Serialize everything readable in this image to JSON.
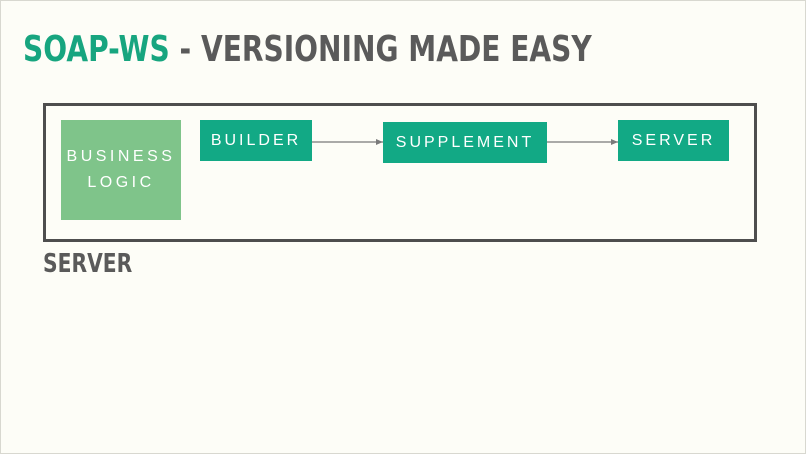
{
  "title": {
    "accent": "SOAP-WS",
    "rest": " - VERSIONING MADE EASY"
  },
  "diagram": {
    "container_label": "SERVER",
    "boxes": {
      "business_logic": [
        "BUSINESS",
        "LOGIC"
      ],
      "builder": "BUILDER",
      "supplement": "SUPPLEMENT",
      "server": "SERVER"
    }
  },
  "colors": {
    "accent_green": "#17a57f",
    "box_green": "#12a985",
    "business_green": "#7fc48a",
    "frame_gray": "#4e4e4e",
    "text_gray": "#5a5a5a",
    "background": "#fdfdf7"
  }
}
